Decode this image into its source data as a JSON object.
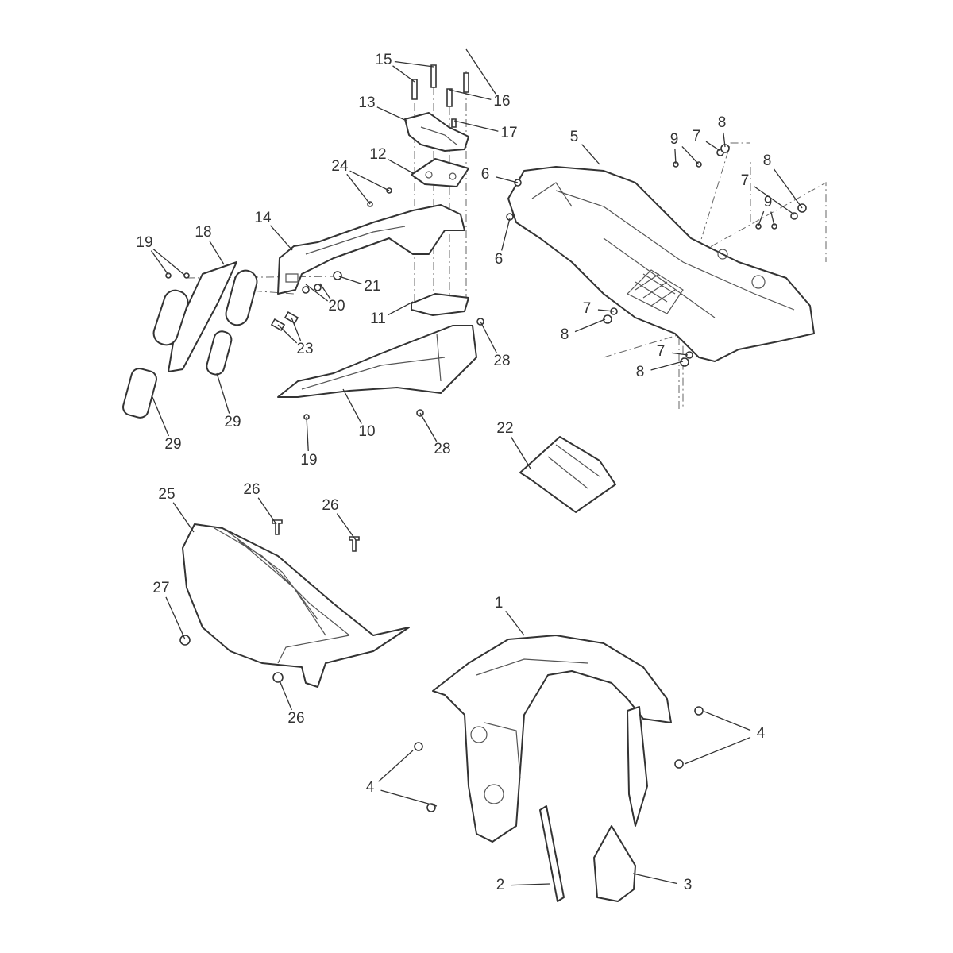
{
  "diagram": {
    "type": "exploded-parts-diagram",
    "callouts": [
      "15",
      "16",
      "13",
      "17",
      "12",
      "24",
      "14",
      "19",
      "18",
      "21",
      "20",
      "23",
      "11",
      "28",
      "10",
      "19",
      "28",
      "29",
      "29",
      "5",
      "6",
      "6",
      "9",
      "7",
      "8",
      "8",
      "7",
      "9",
      "7",
      "8",
      "7",
      "8",
      "22",
      "25",
      "26",
      "26",
      "27",
      "26",
      "1",
      "4",
      "4",
      "2",
      "3"
    ]
  }
}
